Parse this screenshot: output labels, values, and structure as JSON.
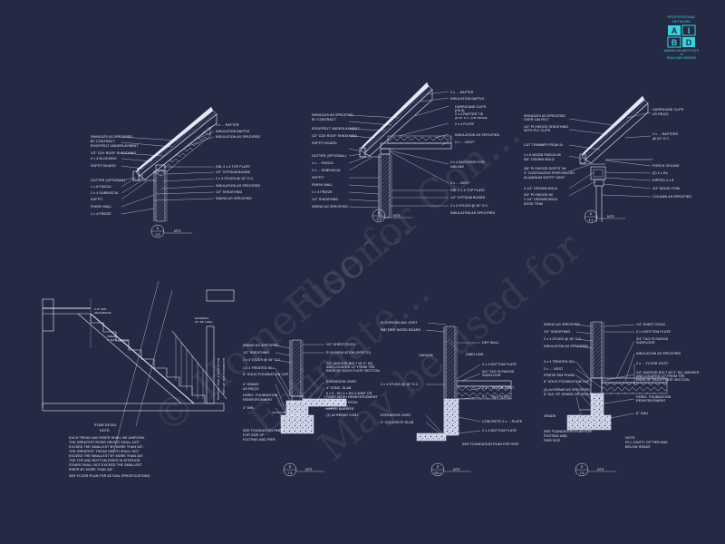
{
  "logo": {
    "top_line_1": "PROFESSIONAL",
    "top_line_2": "NETWORK",
    "letters": [
      "A",
      "I",
      "B",
      "D"
    ],
    "bottom_line_1": "AMERICAN INSTITUTE",
    "bottom_line_2": "of",
    "bottom_line_3": "BUILDING DESIGN"
  },
  "watermark": {
    "line_1": "© HomeFloor…",
    "line_2": "use for Con…",
    "line_3": "Estimate…",
    "line_4": "May be used for"
  },
  "detail_1": {
    "labels_left": [
      "SHINGLES AS SPECIFIED",
      "BY CONTRACT",
      "ROOF/FELT UNDERLAYMENT",
      "1/2\" CDX ROOF SHEATHING",
      "2 x 4 BLOCKING",
      "SOFFIT BOARD",
      "GUTTER (OPTIONAL)",
      "1 x 6 FASCIA",
      "2 x 4 SUBFASCIA",
      "SOFFIT",
      "FINISH WALL",
      "1 x 4 FRIEZE"
    ],
    "labels_right": [
      "2 x ... RAFTER",
      "INSULATION BAFFLE",
      "INSULATION AS SPECIFIED",
      "DBL 2 x 4 TOP PLATE",
      "1/2\" GYPSUM BOARD",
      "2 x 4 STUDS @ 16\" O.C.",
      "INSULATION AS SPECIFIED",
      "1/2\" SHEATHING",
      "SIDING AS SPECIFIED"
    ],
    "tag_top": "D",
    "tag_bottom": "3-3",
    "caption": "NTS"
  },
  "detail_2": {
    "labels_left": [
      "SHINGLES AS SPECIFIED",
      "BY CONTRACT",
      "ROOF/FELT UNDERLAYMENT",
      "1/2\" CDX ROOF SHEATHING",
      "SOFFIT BOARD",
      "GUTTER (OPTIONAL)",
      "1 x ... FASCIA",
      "2 x ... SUBFASCIA",
      "SOFFIT",
      "FINISH WALL",
      "1 x 4 FRIEZE",
      "1/2\" SHEATHING",
      "SIDING AS SPECIFIED"
    ],
    "labels_right": [
      "2 x ... RAFTER",
      "INSULATION BAFFLE",
      "HURRICANE CLIPS",
      "(H2.5)",
      "2 x 4 RAFTER TIE",
      "@ 24\" O.C. (OR TRUSS)",
      "2 x 4 PLATE",
      "INSULATION AS SPECIFIED",
      "2 x ... JOIST",
      "2 x 4 BLOCKING FOR",
      "NAILING",
      "2 x ... JOIST",
      "DBL 2 x 4 TOP PLATE",
      "1/2\" GYPSUM BOARD",
      "2 x 4 STUDS @ 16\" O.C.",
      "INSULATION AS SPECIFIED"
    ],
    "tag_top": "D",
    "tag_bottom": "3-3",
    "caption": "NTS"
  },
  "detail_3": {
    "labels_left": [
      "SHINGLES AS SPECIFIED",
      "OVER 15# FELT",
      "1/2\" PLYWOOD SHEATHING",
      "WITH PLY CLIPS",
      "CUT TRIMMER FROM 2x",
      "1 x 8 WOOD FASCIA W/",
      "5/8\" CROWN MOLD",
      "3/8\" PLYWOOD SOFFIT W/",
      "2\" CONTINUOUS PERFORATED",
      "ALUMINUM SOFFIT VENT",
      "4 1/4\" CROWN MOLD",
      "3/4\" PLYWOOD W/",
      "1 1/4\" CROWN MOLD",
      "EDGE TRIM"
    ],
    "labels_right": [
      "HURRICANE CLIPS",
      "AS REQ'D",
      "2 x ... RAFTERS",
      "@ 24\" O.C.",
      "PORCH CEILING",
      "(2) 2 x 8's",
      "RIPPED 2 x 8",
      "3/4\" WOOD TRIM",
      "COLUMN AS SPECIFIED"
    ],
    "tag_top": "D",
    "tag_bottom": "4-1",
    "caption": "NTS"
  },
  "detail_4": {
    "labels_notes": [
      "STAIR DETAIL",
      "NOTE:",
      "EACH TREAD AND RISER SHALL BE UNIFORM.",
      "THE GREATEST RISER HEIGHT SHALL NOT",
      "EXCEED THE SMALLEST BY MORE THAN 3/8\".",
      "THE GREATEST TREAD DEPTH SHALL NOT",
      "EXCEED THE SMALLEST BY MORE THAN 3/8\".",
      "THE TOP AND BOTTOM RISER IN INTERIOR",
      "STAIRS SHALL NOT EXCEED THE SMALLEST",
      "RISER BY MORE THAN 3/8\".",
      "SEE FLOOR PLAN FOR ACTUAL SPECIFICATIONS."
    ],
    "labels_side": [
      "6'-8\" MIN.",
      "HEADROOM",
      "TREAD",
      "1\" MAX. NOSING",
      "HANDRAIL",
      "34\"-38\" HIGH",
      "BALUSTERS 4\" MAX. SPACING",
      "GUARDRAIL MIN. 36\" HIGH"
    ]
  },
  "detail_5": {
    "labels_left": [
      "SIDING AS SPECIFIED",
      "1/2\" SHEATHING",
      "2 x 4 STUDS @ 16\" O.C.",
      "2 x 4 TREATED SILL",
      "6\" SOLID FOUNDATION CAP",
      "4\" GRADE",
      "AS REQ'D",
      "HORIZ. FOUNDATION",
      "REINFORCEMENT",
      "4\" MIN.",
      "SEE FOUNDATION PLAN",
      "FOR SIZE OF",
      "FOOTING AND PIER"
    ],
    "labels_right": [
      "1/2\" SHEET ROCK",
      "R-19 INSULATION (SPEC'D)",
      "1/2\" ANCHOR BOLT W/ 2\" SQ.",
      "AND LOCATED 12\" FROM THE",
      "ENDS OF EACH PLATE SECTION",
      "EXPANSION JOINT",
      "4\" CONC. SLAB",
      "6 x 6 - W1.4 x W1.4 WWF OR",
      "FIBER MESH REINFORCEMENT",
      "4\" CRUSHED ROCK",
      "VAPOR BARRIER",
      "(1) #4 REBAR CONT."
    ],
    "tag_top": "D",
    "tag_bottom": "7-9",
    "caption": "NTS"
  },
  "detail_6": {
    "labels_left": [
      "FLOOR/CEILING JOIST",
      "5/8\" FIRE RATED BOARD",
      "GARAGE",
      "2 x 4 STUDS @ 16\" O.C.",
      "EXPANSION JOINT",
      "4\" CONCRETE SLAB"
    ],
    "labels_right": [
      "DRY WALL",
      "DWELLING",
      "2 x 4 BOTTOM PLATE",
      "3/4\" T&G PLYWOOD",
      "SUBFLOOR",
      "2 x ... FLOOR JOIST",
      "2 x ... SILL PLATE",
      "CONCRETE 2 x ... PLATE",
      "2 x 4 BOTTOM PLATE",
      "SEE FOUNDATION PLAN FOR SIZE"
    ],
    "tag_top": "D",
    "tag_bottom": "GS-1",
    "caption": "NTS"
  },
  "detail_7": {
    "labels_left": [
      "SIDING AS SPECIFIED",
      "1/2\" SHEATHING",
      "2 x 4 STUDS @ 16\" O.C.",
      "INSULATION AS SPECIFIED",
      "2 x 4 TREATED SILL",
      "2 x ... JOIST",
      "FRIEZE RIM PLANK",
      "6\" SOLID FOUNDATION CAP",
      "(2) #4 REBAR AS SPECIFIED",
      "6\" DIA. OF GRADE OR GRAVEL",
      "GRADE",
      "SEE FOUNDATION PLAN FOR",
      "FOOTING AND",
      "PIER SIZE"
    ],
    "labels_right": [
      "1/2\" SHEET ROCK",
      "2 x 4 BOTTOM PLATE",
      "3/4\" T&G PLYWOOD",
      "SUBFLOOR",
      "INSULATION AS SPECIFIED",
      "2 x ... FLOOR JOIST",
      "1/2\" ANCHOR BOLT W/ 2\" SQ. WASHER",
      "AND LOCATED 12\" FROM THE",
      "ENDS OF EACH PLATE SECTION",
      "HORIZ. FOUNDATION",
      "REINFORCEMENT",
      "8\" CMU",
      "NOTE:",
      "FILL CAVITY OF PIER AND",
      "BELOW GRADE"
    ],
    "tag_top": "D",
    "tag_bottom": "7-9",
    "caption": "NTS"
  }
}
